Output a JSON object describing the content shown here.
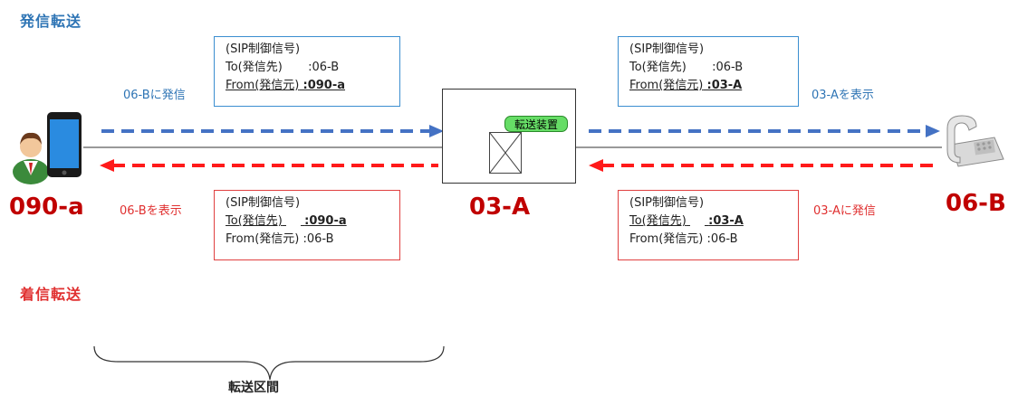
{
  "titles": {
    "outgoing": "発信転送",
    "incoming": "着信転送"
  },
  "nodes": {
    "left": "090-a",
    "center": "03-A",
    "right": "06-B",
    "device_tag": "転送装置"
  },
  "notes": {
    "left_top": "06-Bに発信",
    "right_top": "03-Aを表示",
    "left_bottom": "06-Bを表示",
    "right_bottom": "03-Aに発信"
  },
  "boxes": {
    "top_left": {
      "title": "(SIP制御信号)",
      "to_label": "To(発信先)",
      "to_value": ":06-B",
      "from_label": "From(発信元)",
      "from_value": ":090-a"
    },
    "top_right": {
      "title": "(SIP制御信号)",
      "to_label": "To(発信先)",
      "to_value": ":06-B",
      "from_label": "From(発信元)",
      "from_value": ":03-A"
    },
    "bottom_left": {
      "title": "(SIP制御信号)",
      "to_label": "To(発信先)",
      "to_value": ":090-a",
      "from_label": "From(発信元)",
      "from_value": ":06-B"
    },
    "bottom_right": {
      "title": "(SIP制御信号)",
      "to_label": "To(発信先)",
      "to_value": ":03-A",
      "from_label": "From(発信元)",
      "from_value": ":06-B"
    }
  },
  "bracket_label": "転送区間",
  "colors": {
    "blue": "#4472c4",
    "red": "#ff1a1a",
    "dark_red": "#c00000"
  }
}
